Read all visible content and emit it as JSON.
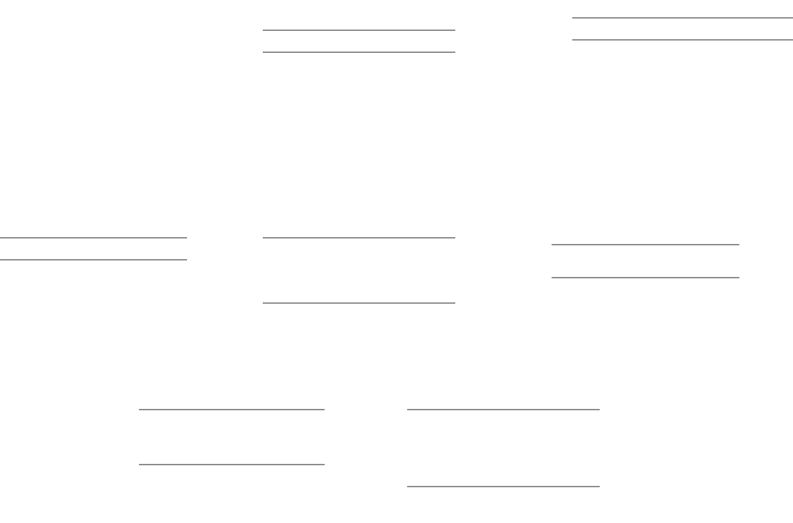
{
  "diagram": {
    "line_color": "#8a8a8a",
    "background": "#ffffff",
    "groups": [
      {
        "id": "group-1",
        "line_count": 2
      },
      {
        "id": "group-2",
        "line_count": 2
      },
      {
        "id": "group-3",
        "line_count": 2
      },
      {
        "id": "group-4",
        "line_count": 2
      },
      {
        "id": "group-5",
        "line_count": 2
      },
      {
        "id": "group-6",
        "line_count": 2
      },
      {
        "id": "group-7",
        "line_count": 2
      },
      {
        "id": "group-8",
        "line_count": 2
      }
    ]
  }
}
